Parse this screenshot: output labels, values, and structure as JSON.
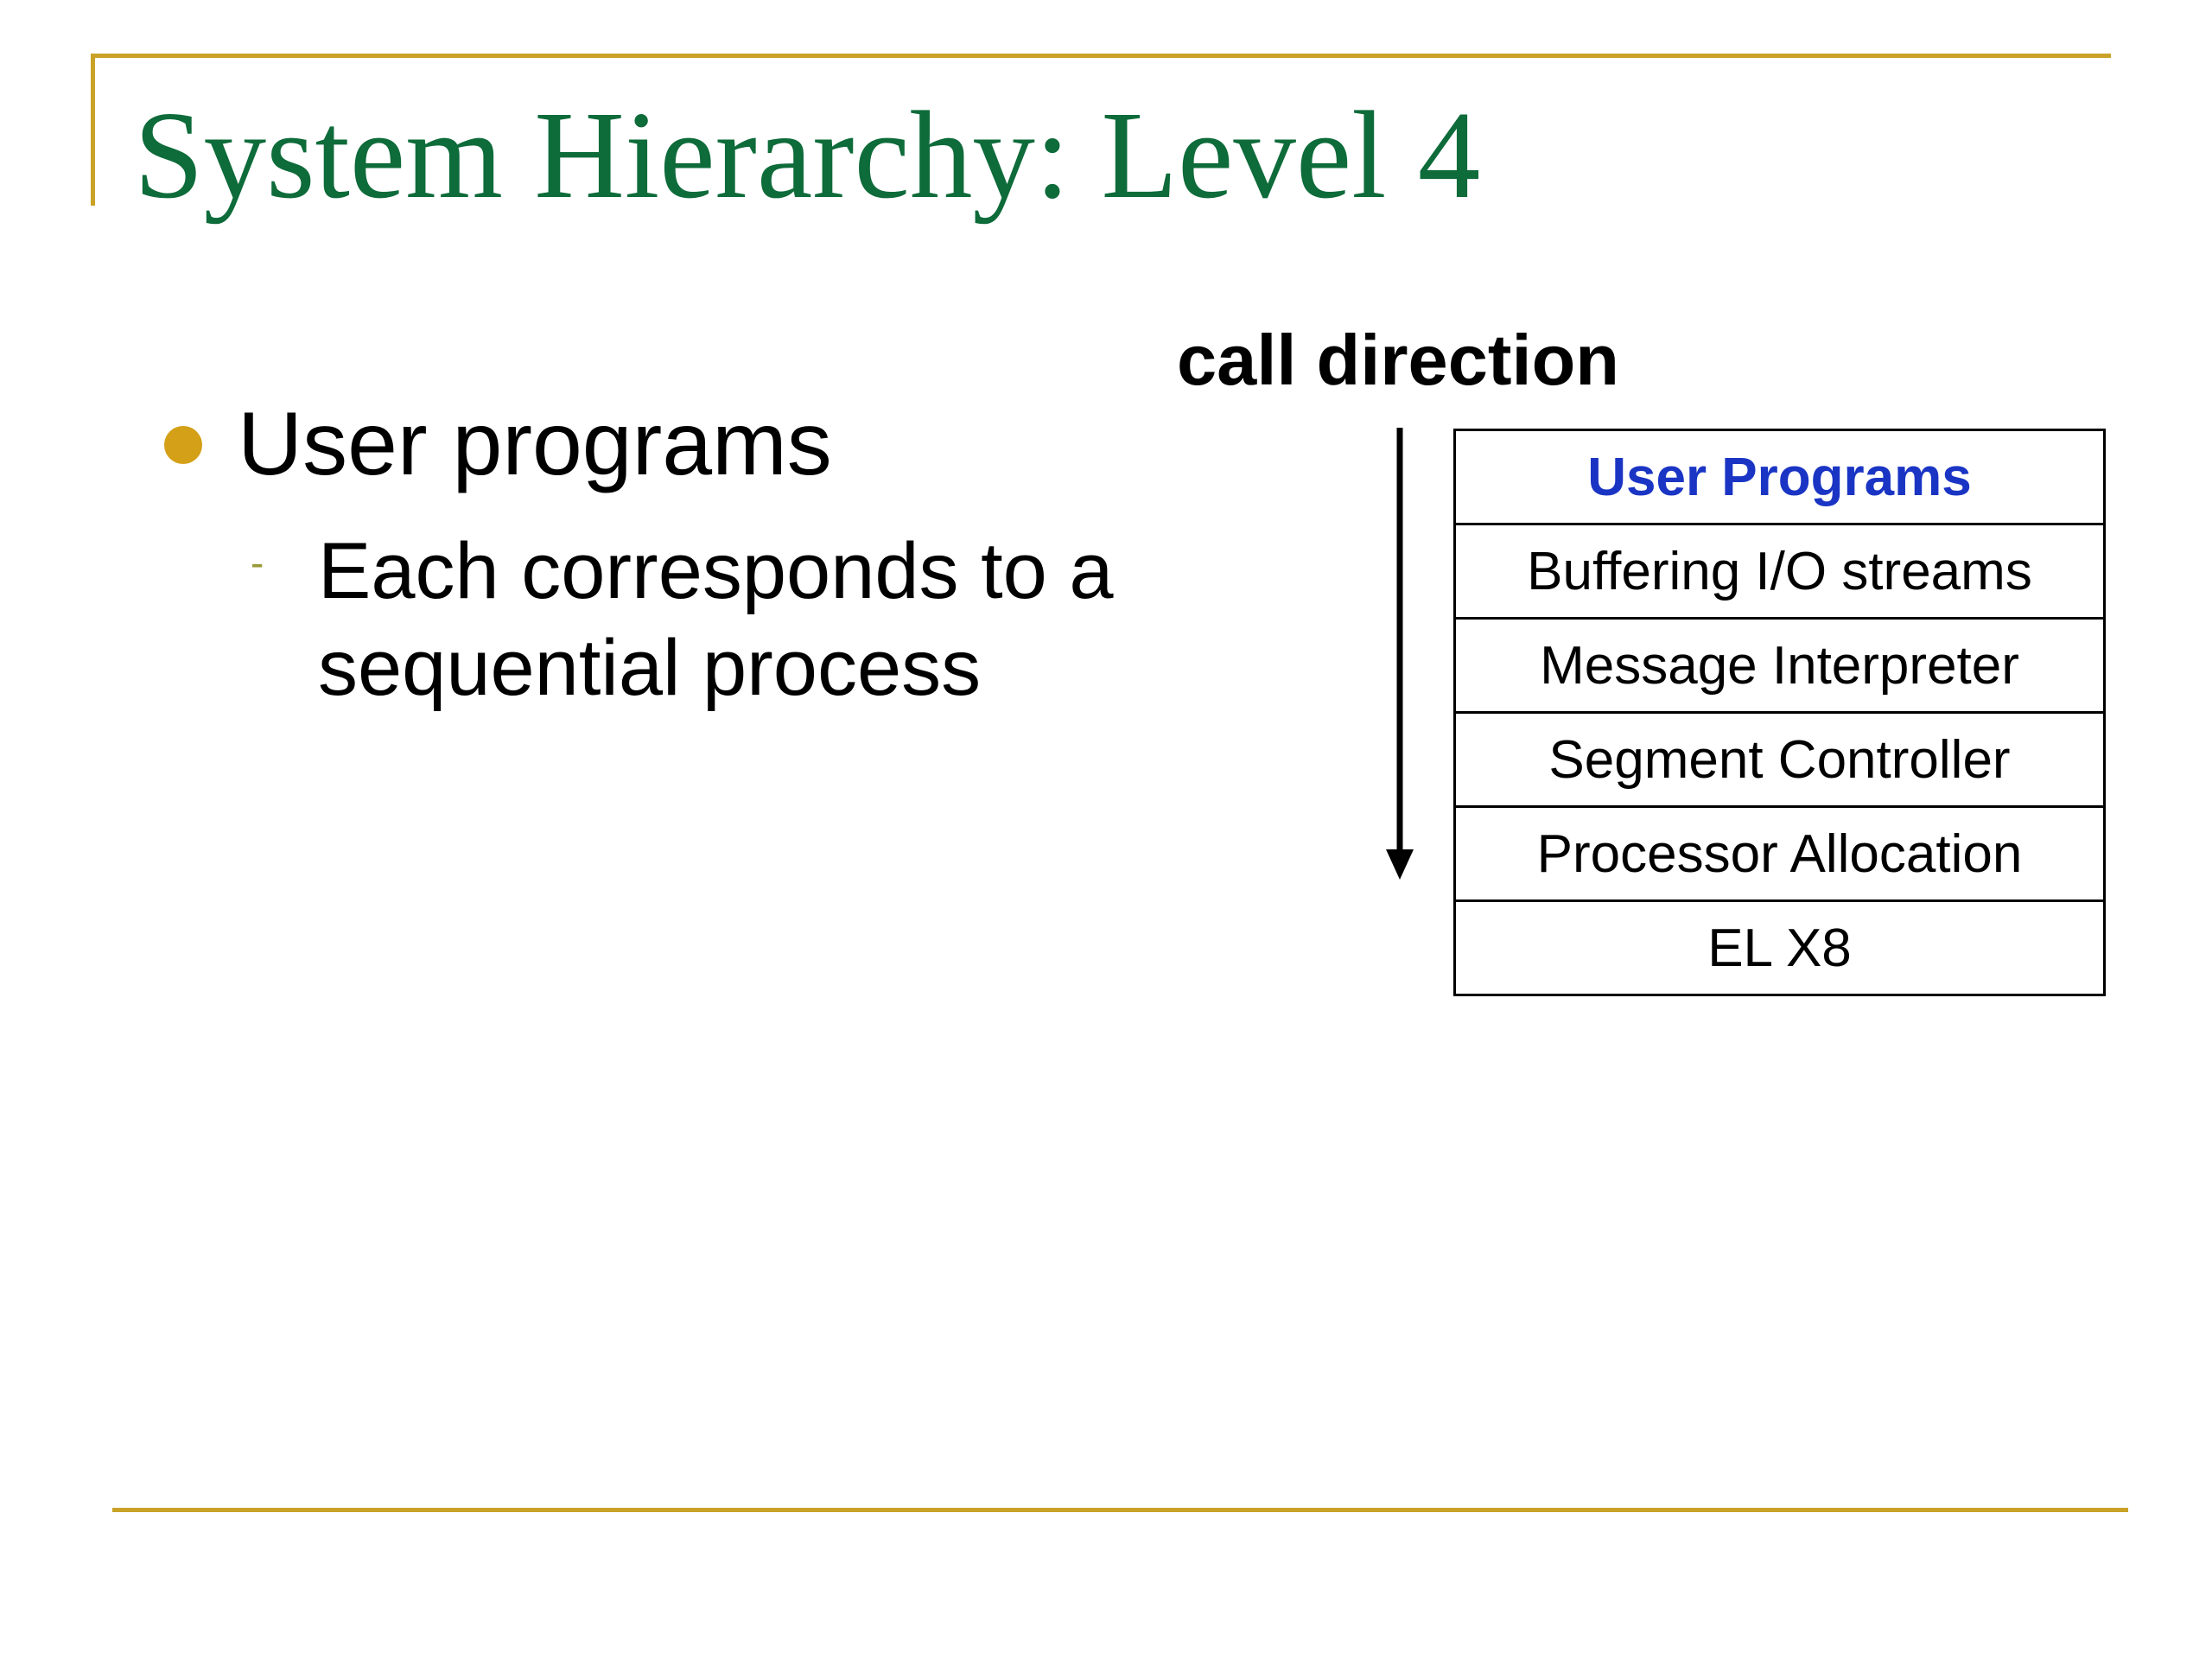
{
  "slide": {
    "title": "System Hierarchy: Level 4",
    "bullet": "User programs",
    "sub_bullet_lines": [
      "Each corresponds to a",
      "sequential process"
    ]
  },
  "diagram": {
    "arrow_label": "call direction",
    "layers": [
      {
        "label": "User Programs",
        "highlight": true
      },
      {
        "label": "Buffering I/O streams",
        "highlight": false
      },
      {
        "label": "Message Interpreter",
        "highlight": false
      },
      {
        "label": "Segment Controller",
        "highlight": false
      },
      {
        "label": "Processor Allocation",
        "highlight": false
      },
      {
        "label": "EL X8",
        "highlight": false
      }
    ]
  },
  "colors": {
    "title": "#0e6b3a",
    "rule": "#c9a227",
    "bullet": "#d4a017",
    "highlight_layer": "#1a35c4"
  }
}
